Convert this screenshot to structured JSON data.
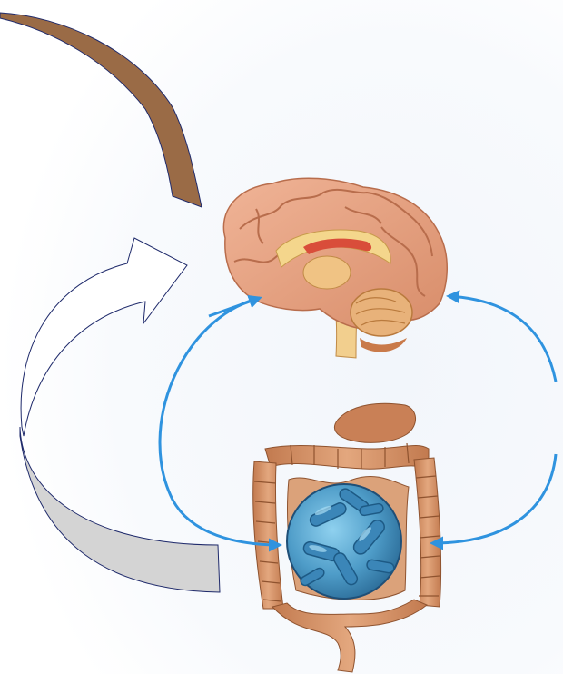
{
  "figure": {
    "title": "",
    "labels": [],
    "elements": [
      {
        "name": "brown-curved-arrow",
        "color": "#9a6b46"
      },
      {
        "name": "white-curved-arrow",
        "color": "#ffffff"
      },
      {
        "name": "gray-curved-arrow",
        "color": "#d4d4d4"
      },
      {
        "name": "brain-illustration",
        "color": "#e7a687"
      },
      {
        "name": "intestine-illustration",
        "color": "#c9875c"
      },
      {
        "name": "bacteria-circle-illustration",
        "color": "#5fa8cf"
      },
      {
        "name": "blue-bidirectional-arrows",
        "color": "#2f93df"
      }
    ]
  }
}
